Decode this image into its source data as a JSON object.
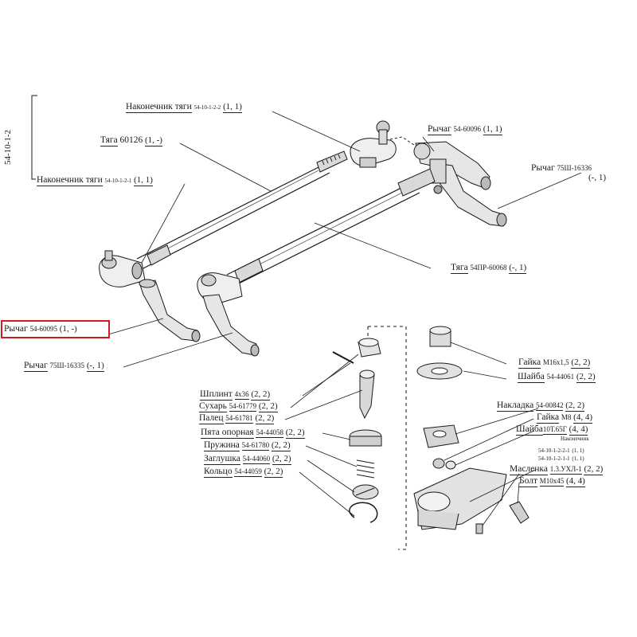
{
  "section_code": "54-10-1-2",
  "highlight_color": "#d01c1c",
  "labels": [
    {
      "id": "nakonechnik-tyagi-top",
      "name": "Наконечник тяги",
      "code": "54-10-1-2-2",
      "qty": "(1, 1)"
    },
    {
      "id": "rychag-54-60096",
      "name": "Рычаг",
      "code": "54-60096",
      "qty": "(1, 1)"
    },
    {
      "id": "tyaga-60126",
      "name": "Тяга",
      "code": "60126",
      "qty": "(1, -)"
    },
    {
      "id": "rychag-75sh-16336",
      "name": "Рычаг",
      "code": "75Ш-16336",
      "qty": "(-, 1)"
    },
    {
      "id": "nakonechnik-tyagi-left",
      "name": "Наконечник тяги",
      "code": "54-10-1-2-1",
      "qty": "(1, 1)"
    },
    {
      "id": "tyaga-54pr-60068",
      "name": "Тяга",
      "code": "54ПР-60068",
      "qty": "(-, 1)"
    },
    {
      "id": "rychag-54-60095",
      "name": "Рычаг",
      "code": "54-60095",
      "qty": "(1, -)",
      "highlighted": true
    },
    {
      "id": "rychag-75sh-16335",
      "name": "Рычаг",
      "code": "75Ш-16335",
      "qty": "(-, 1)"
    },
    {
      "id": "gaika-m16",
      "name": "Гайка",
      "code": "М16х1,5",
      "qty": "(2, 2)"
    },
    {
      "id": "shayba-54-44061",
      "name": "Шайба",
      "code": "54-44061",
      "qty": "(2, 2)"
    },
    {
      "id": "shplint",
      "name": "Шплинт",
      "code": "4х36",
      "qty": "(2, 2)"
    },
    {
      "id": "sukhar",
      "name": "Сухарь",
      "code": "54-61779",
      "qty": "(2, 2)"
    },
    {
      "id": "palets",
      "name": "Палец",
      "code": "54-61781",
      "qty": "(2, 2)"
    },
    {
      "id": "nakladka",
      "name": "Накладка",
      "code": "54-00842",
      "qty": "(2, 2)"
    },
    {
      "id": "gaika-m8",
      "name": "Гайка",
      "code": "М8",
      "qty": "(4, 4)"
    },
    {
      "id": "pyata-opornaya",
      "name": "Пята опорная",
      "code": "54-44058",
      "qty": "(2, 2)"
    },
    {
      "id": "shayba-10t",
      "name": "Шайба",
      "code": "10Т.65Г",
      "qty": "(4, 4)"
    },
    {
      "id": "pruzhina",
      "name": "Пружина",
      "code": "54-61780",
      "qty": "(2, 2)"
    },
    {
      "id": "zaglushka",
      "name": "Заглушка",
      "code": "54-44060",
      "qty": "(2, 2)"
    },
    {
      "id": "koltso",
      "name": "Кольцо",
      "code": "54-44059",
      "qty": "(2, 2)"
    },
    {
      "id": "maslenka",
      "name": "Масленка",
      "code": "1.3.УХЛ-1",
      "qty": "(2, 2)"
    },
    {
      "id": "bolt",
      "name": "Болт",
      "code": "М10х45",
      "qty": "(4, 4)"
    }
  ],
  "nakonechnik_small": {
    "title": "Наконечник",
    "rows": [
      {
        "code": "54-10-1-2-2-1",
        "qty": "(1, 1)"
      },
      {
        "code": "54-10-1-2-1-1",
        "qty": "(1, 1)"
      }
    ]
  }
}
